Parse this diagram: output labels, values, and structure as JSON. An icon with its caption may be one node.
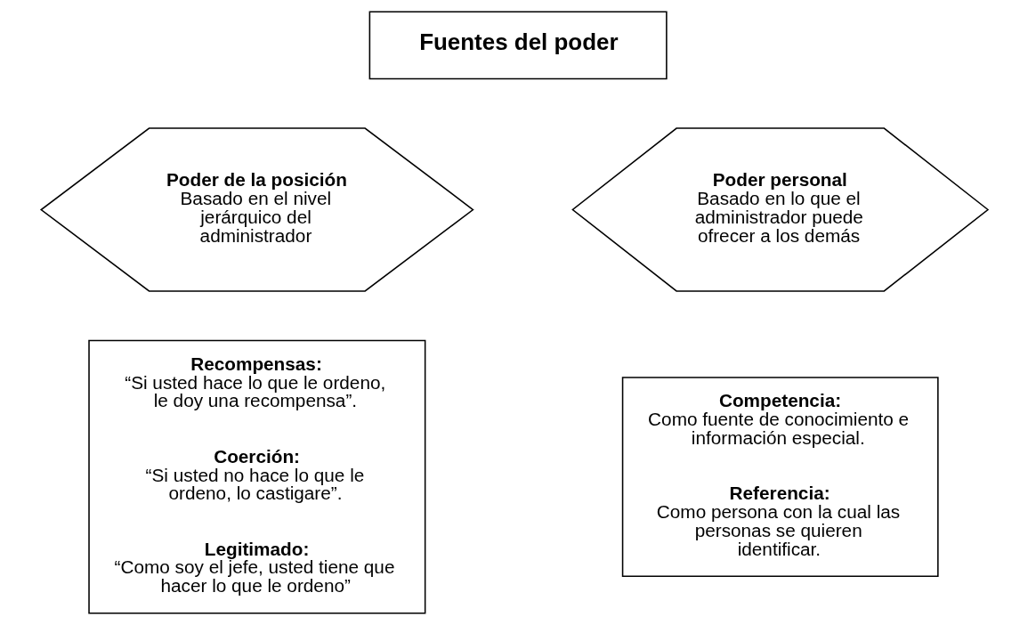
{
  "diagram": {
    "nodes": [
      {
        "text": [
          "Fuentes del poder"
        ]
      },
      {
        "text": [
          "Poder de la posición",
          "Basado en el nivel jerárquico del administrador"
        ]
      },
      {
        "text": [
          "Poder personal",
          "Basado en lo que el administrador puede ofrecer a los demás"
        ]
      },
      {
        "text": [
          "Recompensas:",
          "“Si usted hace lo que le ordeno, le doy una recompensa”.",
          "Coerción:",
          "“Si usted no hace lo que le ordeno, lo castigare”.",
          "Legitimado:",
          "“Como soy el jefe, usted tiene que hacer lo que le ordeno”"
        ]
      },
      {
        "text": [
          "Competencia:",
          "Como fuente de conocimiento e información especial.",
          "Referencia:",
          "Como persona con la cual las personas se quieren identificar."
        ]
      }
    ]
  }
}
